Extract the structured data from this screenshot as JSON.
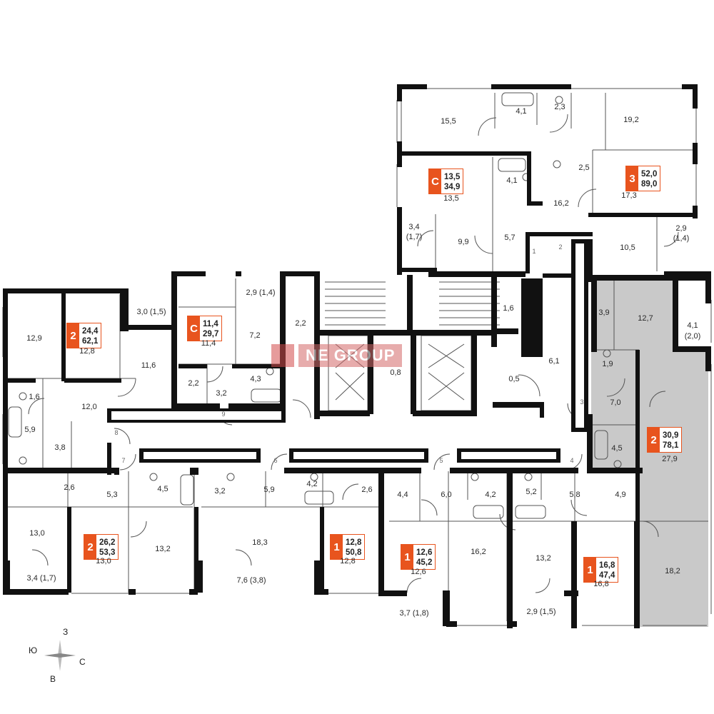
{
  "apartments": [
    {
      "rooms": "С",
      "living": "13,5",
      "total": "34,9"
    },
    {
      "rooms": "3",
      "living": "52,0",
      "total": "89,0"
    },
    {
      "rooms": "2",
      "living": "24,4",
      "total": "62,1"
    },
    {
      "rooms": "С",
      "living": "11,4",
      "total": "29,7"
    },
    {
      "rooms": "2",
      "living": "30,9",
      "total": "78,1"
    },
    {
      "rooms": "2",
      "living": "26,2",
      "total": "53,3"
    },
    {
      "rooms": "1",
      "living": "12,8",
      "total": "50,8"
    },
    {
      "rooms": "1",
      "living": "12,6",
      "total": "45,2"
    },
    {
      "rooms": "1",
      "living": "16,8",
      "total": "47,4"
    }
  ],
  "rooms": [
    "15,5",
    "4,1",
    "2,3",
    "19,2",
    "4,1",
    "2,5",
    "13,5",
    "16,2",
    "17,3",
    "3,4",
    "(1,7)",
    "9,9",
    "5,7",
    "2,9",
    "(1,4)",
    "10,5",
    "2,9 (1,4)",
    "3,0 (1,5)",
    "12,9",
    "12,8",
    "11,6",
    "7,2",
    "11,4",
    "2,2",
    "1,6",
    "3,9",
    "12,7",
    "4,1",
    "(2,0)",
    "1,6",
    "12,0",
    "5,9",
    "3,8",
    "2,2",
    "3,2",
    "4,3",
    "0,8",
    "0,5",
    "6,1",
    "1,9",
    "7,0",
    "4,5",
    "27,9",
    "2,6",
    "5,3",
    "4,5",
    "3,2",
    "5,9",
    "4,2",
    "2,6",
    "4,4",
    "6,0",
    "4,2",
    "5,2",
    "5,8",
    "4,9",
    "13,0",
    "13,0",
    "13,2",
    "18,3",
    "12,8",
    "12,6",
    "16,2",
    "13,2",
    "16,8",
    "18,2",
    "3,4 (1,7)",
    "7,6 (3,8)",
    "3,7 (1,8)",
    "2,9 (1,5)"
  ],
  "doors": [
    "1",
    "2",
    "3",
    "4",
    "5",
    "6",
    "7",
    "8",
    "9"
  ],
  "logo": {
    "prefix": "NE",
    "name": "GROUP"
  },
  "compass": {
    "north": "З",
    "south": "В",
    "east": "С",
    "west": "Ю"
  },
  "colors": {
    "accent": "#e8541e",
    "wall": "#111111",
    "highlight": "#c8c8c8"
  }
}
